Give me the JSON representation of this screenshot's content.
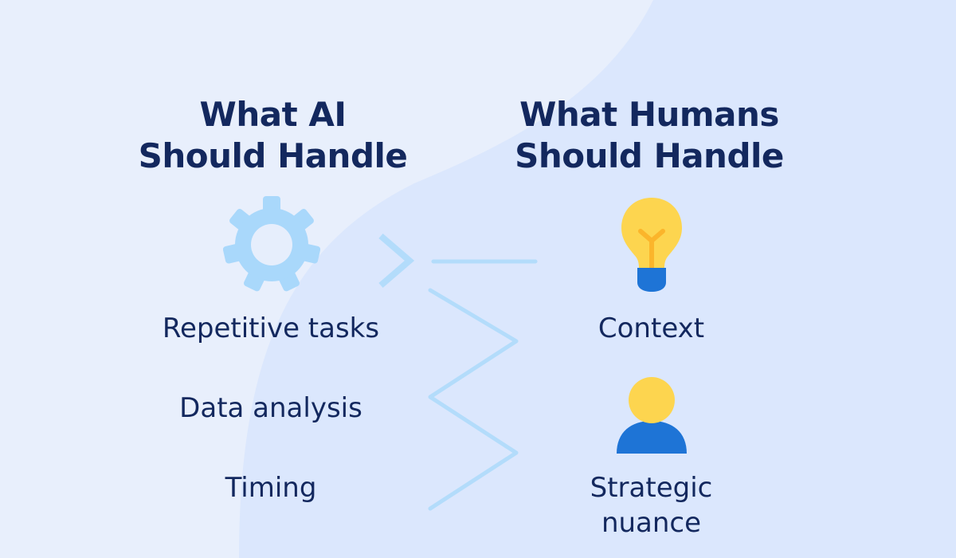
{
  "left_column": {
    "title_line1": "What AI",
    "title_line2": "Should Handle",
    "icon": "gear-icon",
    "items": [
      "Repetitive tasks",
      "Data analysis",
      "Timing"
    ]
  },
  "right_column": {
    "title_line1": "What Humans",
    "title_line2": "Should Handle",
    "items": [
      {
        "icon": "lightbulb-icon",
        "label": "Context"
      },
      {
        "icon": "person-icon",
        "label_line1": "Strategic",
        "label_line2": "nuance"
      }
    ]
  },
  "colors": {
    "background": "#e7effc",
    "background_curve": "#dbe7fd",
    "text": "#13285e",
    "connector": "#b3dcfb",
    "gear": "#a9d8fb",
    "bulb": "#fdd54f",
    "bulb_filament": "#fbb52b",
    "bulb_base": "#1e74d6",
    "person_head": "#fdd54f",
    "person_body": "#1e74d6"
  }
}
